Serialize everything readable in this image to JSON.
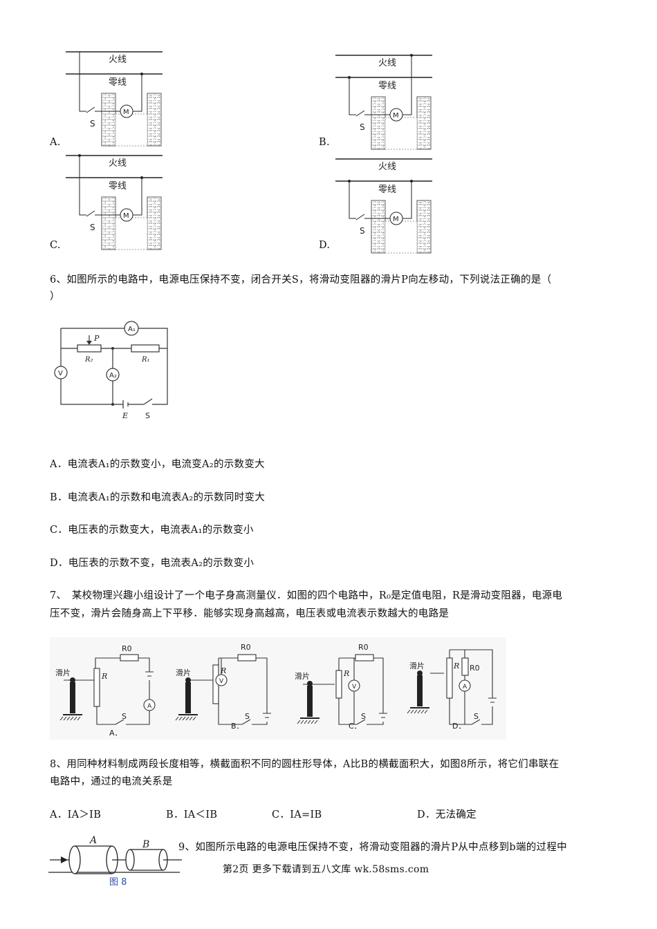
{
  "q5": {
    "options": [
      {
        "label": "A."
      },
      {
        "label": "B."
      },
      {
        "label": "C."
      },
      {
        "label": "D."
      }
    ],
    "diagram": {
      "live": "火线",
      "neutral": "零线",
      "switch": "S",
      "motor": "M"
    }
  },
  "q6": {
    "stem_line1": "6、如图所示的电路中，电源电压保持不变，闭合开关S，将滑动变阻器的滑片P向左移动，下列说法正确的是（",
    "stem_line2": "）",
    "circuit": {
      "a1": "A₁",
      "a2": "A₂",
      "v": "V",
      "p": "P",
      "r2": "R₂",
      "r1": "R₁",
      "e": "E",
      "s": "S"
    },
    "options": [
      "A．电流表A₁的示数变小，电流变A₂的示数变大",
      "B．电流表A₁的示数和电流表A₂的示数同时变大",
      "C．电压表的示数变大，电流表A₁的示数变小",
      "D．电压表的示数不变，电流表A₂的示数变小"
    ]
  },
  "q7": {
    "stem_line1": "7、　某校物理兴趣小组设计了一个电子身高测量仪．如图的四个电路中，R₀是定值电阻，R是滑动变阻器，电源电",
    "stem_line2": "压不变，滑片会随身高上下平移．能够实现身高越高，电压表或电流表示数越大的电路是",
    "figure": {
      "slider": "滑片",
      "r": "R",
      "r0": "R0",
      "s": "S",
      "ammeter": "A",
      "voltmeter": "V"
    },
    "labels": [
      "A．",
      "B．",
      "C．",
      "D．"
    ]
  },
  "q8": {
    "stem_line1": "8、用同种材料制成两段长度相等，横截面积不同的圆柱形导体，A比B的横截面积大，如图8所示，将它们串联在",
    "stem_line2": "电路中，通过的电流关系是",
    "options": [
      "A．IA＞IB",
      "B．IA＜IB",
      "C．IA=IB",
      "D．无法确定"
    ],
    "figure": {
      "a": "A",
      "b": "B",
      "caption": "图 8"
    }
  },
  "q9": {
    "stem_line1": "9、如图所示电路的电源电压保持不变，将滑动变阻器的滑片P从中点移到b端的过程中"
  },
  "footer": "第2页 更多下载请到五八文库 wk.58sms.com"
}
